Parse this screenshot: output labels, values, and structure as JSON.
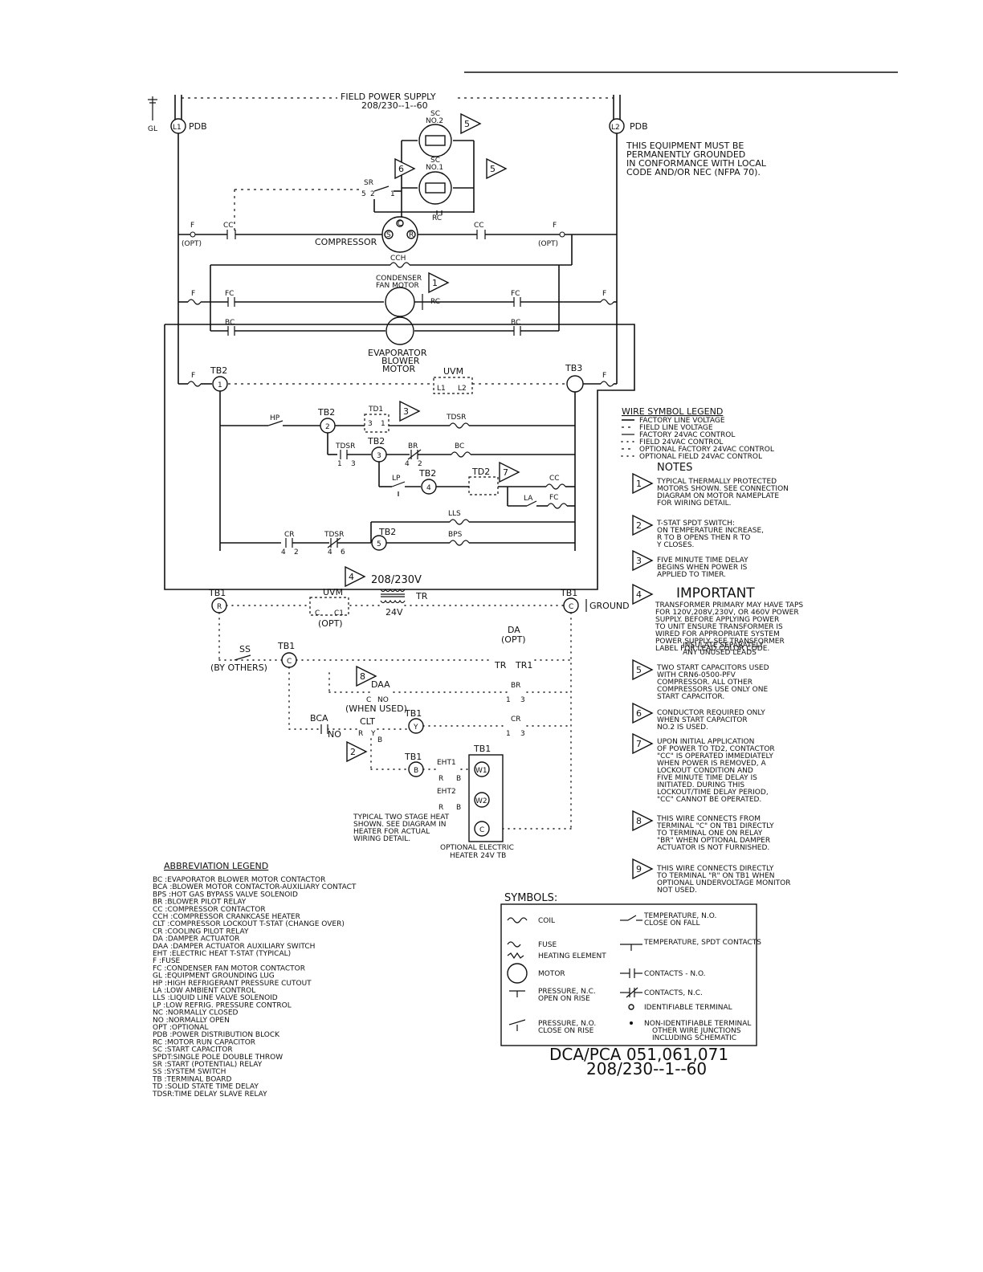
{
  "supply": {
    "title": "FIELD POWER SUPPLY",
    "voltage": "208/230--1--60"
  },
  "gl": "GL",
  "l1": {
    "id": "L1",
    "label": "PDB"
  },
  "l2": {
    "id": "L2",
    "label": "PDB"
  },
  "ground_note": [
    "THIS EQUIPMENT MUST BE",
    "PERMANENTLY GROUNDED",
    "IN CONFORMANCE WITH LOCAL",
    "CODE AND/OR NEC (NFPA 70)."
  ],
  "components": {
    "sc2": [
      "SC",
      "NO.2"
    ],
    "sc1": [
      "SC",
      "NO.1"
    ],
    "sr": "SR",
    "sr_pins": [
      "5",
      "2",
      "1"
    ],
    "rc": "RC",
    "cc": "CC",
    "f": "F",
    "opt": "(OPT)",
    "compressor": "COMPRESSOR",
    "ccc": "C",
    "ccs": "S",
    "ccr": "R",
    "cch": "CCH",
    "condenser": [
      "CONDENSER",
      "FAN MOTOR"
    ],
    "fc": "FC",
    "bc": "BC",
    "evaporator": [
      "EVAPORATOR",
      "BLOWER",
      "MOTOR"
    ],
    "tb2": "TB2",
    "tb3": "TB3",
    "uvm": "UVM",
    "uvm_l1": "L1",
    "uvm_l2": "L2",
    "hp": "HP",
    "td1": "TD1",
    "td1_pins": [
      "3",
      "1"
    ],
    "tdsr": "TDSR",
    "tdsr_pins": [
      "1",
      "3"
    ],
    "br": "BR",
    "br_pins": [
      "4",
      "2"
    ],
    "lp": "LP",
    "td2": "TD2",
    "la": "LA",
    "lls": "LLS",
    "cr": "CR",
    "cr_pins": [
      "4",
      "2"
    ],
    "tdsr_pins2": [
      "4",
      "6"
    ],
    "bps": "BPS",
    "n1": "1",
    "n2": "2",
    "n3": "3",
    "n4": "4",
    "n5": "5",
    "transformer": "208/230V",
    "tr": "TR",
    "v24": "24V",
    "tb1": "TB1",
    "r": "R",
    "c": "C",
    "y": "Y",
    "b": "B",
    "w1": "W1",
    "w2": "W2",
    "ground": "GROUND",
    "uvm_c": "C",
    "uvm_c1": "C1",
    "da": "DA",
    "ss": "SS",
    "by_others": "(BY OTHERS)",
    "tr1": "TR1",
    "daa": "DAA",
    "daa_pins": [
      "C",
      "NO"
    ],
    "when_used": "(WHEN USED)",
    "br_pins2": [
      "1",
      "3"
    ],
    "cr_pins2": [
      "1",
      "3"
    ],
    "bca": "BCA",
    "no": "NO",
    "clt": "CLT",
    "clt_pins": [
      "R",
      "Y",
      "B"
    ],
    "eht1": "EHT1",
    "eht2": "EHT2",
    "rb": [
      "R",
      "B"
    ],
    "heat_note": [
      "TYPICAL TWO STAGE HEAT",
      "SHOWN. SEE DIAGRAM IN",
      "HEATER FOR ACTUAL",
      "WIRING DETAIL."
    ],
    "heater_tb": [
      "OPTIONAL ELECTRIC",
      "HEATER 24V TB"
    ]
  },
  "markers": [
    "1",
    "2",
    "3",
    "4",
    "5",
    "6",
    "7",
    "8",
    "9"
  ],
  "wire_legend": {
    "title": "WIRE SYMBOL LEGEND",
    "items": [
      "FACTORY LINE VOLTAGE",
      "FIELD LINE VOLTAGE",
      "FACTORY 24VAC CONTROL",
      "FIELD 24VAC CONTROL",
      "OPTIONAL FACTORY 24VAC CONTROL",
      "OPTIONAL FIELD 24VAC CONTROL"
    ]
  },
  "notes": {
    "title": "NOTES",
    "n1": [
      "TYPICAL THERMALLY PROTECTED",
      "MOTORS SHOWN. SEE CONNECTION",
      "DIAGRAM ON MOTOR NAMEPLATE",
      "FOR WIRING DETAIL."
    ],
    "n2": [
      "T-STAT SPDT SWITCH:",
      "ON TEMPERATURE INCREASE,",
      "R TO B OPENS THEN R TO",
      "Y CLOSES."
    ],
    "n3": [
      "FIVE MINUTE TIME DELAY",
      "BEGINS WHEN POWER IS",
      "APPLIED TO TIMER."
    ],
    "n4_title": "IMPORTANT",
    "n4": [
      "TRANSFORMER PRIMARY MAY HAVE TAPS",
      "FOR 120V,208V,230V, OR 460V POWER",
      "SUPPLY. BEFORE APPLYING POWER",
      "TO UNIT ENSURE TRANSFORMER IS",
      "WIRED FOR APPROPRIATE SYSTEM",
      "POWER SUPPLY. SEE TRANSFORMER",
      "LABEL FOR LEAD COLOR CODE."
    ],
    "n4_insulate": [
      "INSULATE SEPARATELY",
      "ANY UNUSED LEADS"
    ],
    "n5": [
      "TWO START CAPACITORS USED",
      "WITH CRN6-0500-PFV",
      "COMPRESSOR. ALL OTHER",
      "COMPRESSORS USE ONLY ONE",
      "START CAPACITOR."
    ],
    "n6": [
      "CONDUCTOR REQUIRED ONLY",
      "WHEN START CAPACITOR",
      "NO.2 IS USED."
    ],
    "n7": [
      "UPON INITIAL APPLICATION",
      "OF POWER TO TD2, CONTACTOR",
      "\"CC\" IS OPERATED IMMEDIATELY",
      "WHEN POWER IS REMOVED, A",
      "LOCKOUT CONDITION AND",
      "FIVE MINUTE TIME DELAY IS",
      "INITIATED. DURING THIS",
      "LOCKOUT/TIME DELAY PERIOD,",
      "\"CC\" CANNOT BE OPERATED."
    ],
    "n8": [
      "THIS WIRE CONNECTS FROM",
      "TERMINAL \"C\" ON TB1 DIRECTLY",
      "TO TERMINAL ONE ON RELAY",
      "\"BR\" WHEN OPTIONAL DAMPER",
      "ACTUATOR IS NOT FURNISHED."
    ],
    "n9": [
      "THIS WIRE CONNECTS DIRECTLY",
      "TO TERMINAL \"R\" ON TB1 WHEN",
      "OPTIONAL UNDERVOLTAGE MONITOR",
      "NOT USED."
    ]
  },
  "abbreviations": {
    "title": "ABBREVIATION LEGEND",
    "items": [
      "BC  :EVAPORATOR BLOWER MOTOR CONTACTOR",
      "BCA :BLOWER MOTOR CONTACTOR-AUXILIARY CONTACT",
      "BPS :HOT GAS BYPASS VALVE SOLENOID",
      "BR  :BLOWER PILOT RELAY",
      "CC  :COMPRESSOR CONTACTOR",
      "CCH :COMPRESSOR CRANKCASE HEATER",
      "CLT :COMPRESSOR LOCKOUT T-STAT (CHANGE OVER)",
      "CR  :COOLING PILOT RELAY",
      "DA  :DAMPER ACTUATOR",
      "DAA :DAMPER ACTUATOR AUXILIARY SWITCH",
      "EHT :ELECTRIC HEAT T-STAT (TYPICAL)",
      "F   :FUSE",
      "FC  :CONDENSER FAN MOTOR CONTACTOR",
      "GL  :EQUIPMENT GROUNDING LUG",
      "HP  :HIGH REFRIGERANT PRESSURE CUTOUT",
      "LA  :LOW AMBIENT CONTROL",
      "LLS :LIQUID LINE VALVE SOLENOID",
      "LP  :LOW REFRIG. PRESSURE CONTROL",
      "NC  :NORMALLY CLOSED",
      "NO  :NORMALLY OPEN",
      "OPT :OPTIONAL",
      "PDB :POWER DISTRIBUTION BLOCK",
      "RC  :MOTOR RUN CAPACITOR",
      "SC  :START CAPACITOR",
      "SPDT:SINGLE POLE DOUBLE THROW",
      "SR  :START (POTENTIAL) RELAY",
      "SS  :SYSTEM SWITCH",
      "TB  :TERMINAL BOARD",
      "TD  :SOLID STATE TIME DELAY",
      "TDSR:TIME DELAY SLAVE RELAY"
    ]
  },
  "symbols": {
    "title": "SYMBOLS:",
    "coil": "COIL",
    "fuse": "FUSE",
    "heating": "HEATING ELEMENT",
    "motor": "MOTOR",
    "pnc": [
      "PRESSURE, N.C.",
      "OPEN ON RISE"
    ],
    "pno": [
      "PRESSURE, N.O.",
      "CLOSE ON RISE"
    ],
    "tno": [
      "TEMPERATURE, N.O.",
      "CLOSE ON FALL"
    ],
    "tspdt": "TEMPERATURE, SPDT CONTACTS",
    "cno": "CONTACTS - N.O.",
    "cnc": "CONTACTS, N.C.",
    "ident": "IDENTIFIABLE TERMINAL",
    "nonident": [
      "NON-IDENTIFIABLE TERMINAL",
      "OTHER WIRE JUNCTIONS",
      "INCLUDING SCHEMATIC"
    ]
  },
  "model": {
    "line1": "DCA/PCA 051,061,071",
    "line2": "208/230--1--60"
  }
}
